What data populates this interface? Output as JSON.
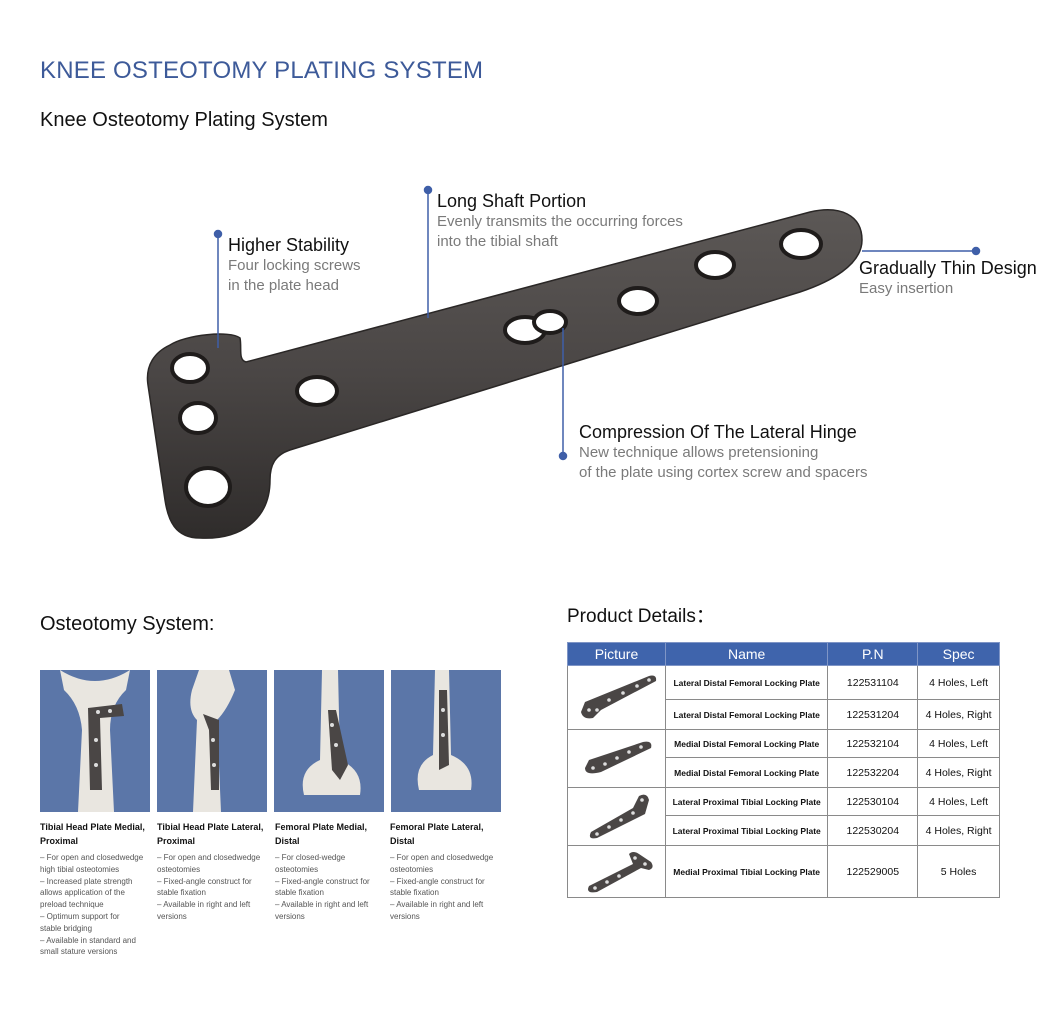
{
  "header": {
    "title": "KNEE OSTEOTOMY PLATING SYSTEM",
    "subtitle": "Knee Osteotomy Plating System"
  },
  "callouts": [
    {
      "title": "Higher Stability",
      "lines": [
        "Four locking screws",
        "in the plate head"
      ]
    },
    {
      "title": "Long Shaft Portion",
      "lines": [
        "Evenly transmits the occurring forces",
        "into the tibial shaft"
      ]
    },
    {
      "title": "Gradually Thin Design",
      "lines": [
        "Easy insertion"
      ]
    },
    {
      "title": "Compression Of The Lateral Hinge",
      "lines": [
        "New technique allows pretensioning",
        "of the plate using cortex screw and spacers"
      ]
    }
  ],
  "osteotomy": {
    "heading": "Osteotomy System:",
    "cards": [
      {
        "title": [
          "Tibial Head Plate Medial,",
          "Proximal"
        ],
        "desc": [
          "– For open and closedwedge",
          "high tibial osteotomies",
          "– Increased plate strength",
          "allows application of the",
          "preload technique",
          "– Optimum support for",
          "stable bridging",
          "– Available in standard and",
          "small stature versions"
        ]
      },
      {
        "title": [
          "Tibial Head Plate Lateral,",
          "Proximal"
        ],
        "desc": [
          "– For open and closedwedge",
          "osteotomies",
          "– Fixed-angle construct for",
          "stable fixation",
          "– Available in right and left",
          "versions"
        ]
      },
      {
        "title": [
          "Femoral Plate Medial,",
          "Distal"
        ],
        "desc": [
          "– For closed-wedge",
          "osteotomies",
          "– Fixed-angle construct for",
          "stable fixation",
          "– Available in right and left",
          "versions"
        ]
      },
      {
        "title": [
          "Femoral Plate Lateral,",
          "Distal"
        ],
        "desc": [
          "– For open and closedwedge",
          "osteotomies",
          "– Fixed-angle construct for",
          "stable fixation",
          "– Available in right and left",
          "versions"
        ]
      }
    ]
  },
  "product": {
    "heading": "Product Details：",
    "columns": [
      "Picture",
      "Name",
      "P.N",
      "Spec"
    ],
    "rows": [
      {
        "name": "Lateral Distal Femoral Locking Plate",
        "pn": "122531104",
        "spec": "4 Holes, Left"
      },
      {
        "name": "Lateral Distal Femoral Locking Plate",
        "pn": "122531204",
        "spec": "4 Holes, Right"
      },
      {
        "name": "Medial Distal Femoral Locking Plate",
        "pn": "122532104",
        "spec": "4 Holes, Left"
      },
      {
        "name": "Medial Distal Femoral Locking Plate",
        "pn": "122532204",
        "spec": "4 Holes, Right"
      },
      {
        "name": "Lateral Proximal Tibial Locking Plate",
        "pn": "122530104",
        "spec": "4 Holes, Left"
      },
      {
        "name": "Lateral Proximal Tibial Locking Plate",
        "pn": "122530204",
        "spec": "4 Holes, Right"
      },
      {
        "name": "Medial Proximal Tibial Locking Plate",
        "pn": "122529005",
        "spec": "5 Holes"
      }
    ]
  },
  "colors": {
    "title": "#3d5a99",
    "table_header": "#3f64ac",
    "plate": "#4a4645",
    "card_bg": "#5b76a8",
    "callout_dot": "#3f5fa8"
  }
}
